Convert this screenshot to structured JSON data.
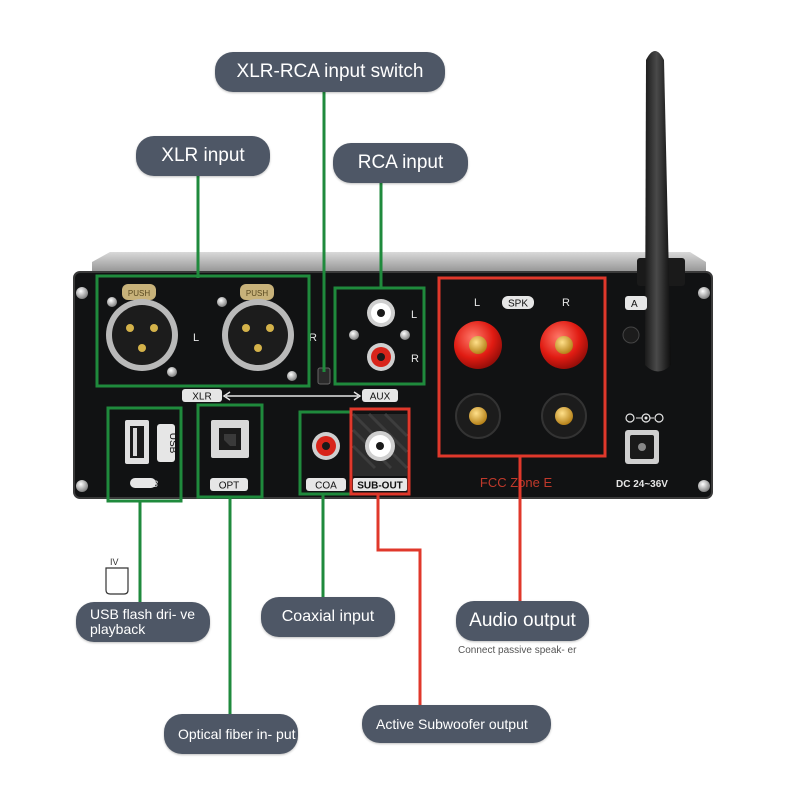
{
  "callouts": {
    "xlr_rca_switch": "XLR-RCA input switch",
    "xlr_input": "XLR input",
    "rca_input": "RCA input",
    "usb": "USB flash dri- ve playback",
    "coaxial": "Coaxial input",
    "audio_output": "Audio output",
    "audio_output_note": "Connect passive speak- er",
    "optical": "Optical fiber in- put",
    "subwoofer": "Active Subwoofer output"
  },
  "panel": {
    "xlr": "XLR",
    "aux": "AUX",
    "left": "L",
    "right": "R",
    "usb": "USB",
    "opt": "OPT",
    "coa": "COA",
    "sub_out": "SUB-OUT",
    "spk": "SPK",
    "fcc": "FCC Zone E",
    "dc": "DC 24~36V",
    "push": "PUSH",
    "ant": "A"
  },
  "usb_stick_label": "IV",
  "colors": {
    "green": "#1f8a3c",
    "red": "#e0382b",
    "pill": "#4e5766",
    "panel": "#0f0f10"
  }
}
